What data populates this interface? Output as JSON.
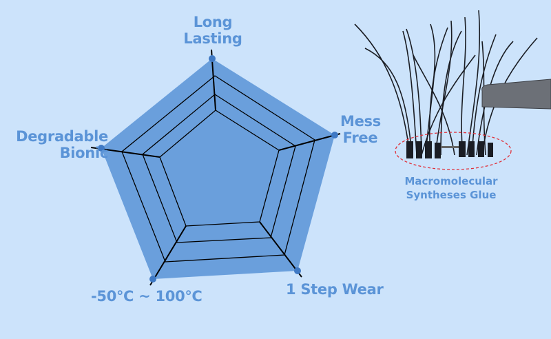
{
  "axes": [
    {
      "line1": "Long",
      "line2": "Lasting"
    },
    {
      "line1": "Mess",
      "line2": "Free"
    },
    {
      "line1": "1 Step Wear",
      "line2": ""
    },
    {
      "line1": "-50℃ ~ 100℃",
      "line2": ""
    },
    {
      "line1": "Degradable",
      "line2": "Bionic"
    }
  ],
  "photo_caption": {
    "line1": "Macromolecular",
    "line2": "Syntheses Glue"
  },
  "colors": {
    "background": "#cce3fb",
    "fill": "#6a9fdc",
    "text": "#5b94d7",
    "dot": "#3f79c4",
    "highlight": "#e0303a"
  }
}
